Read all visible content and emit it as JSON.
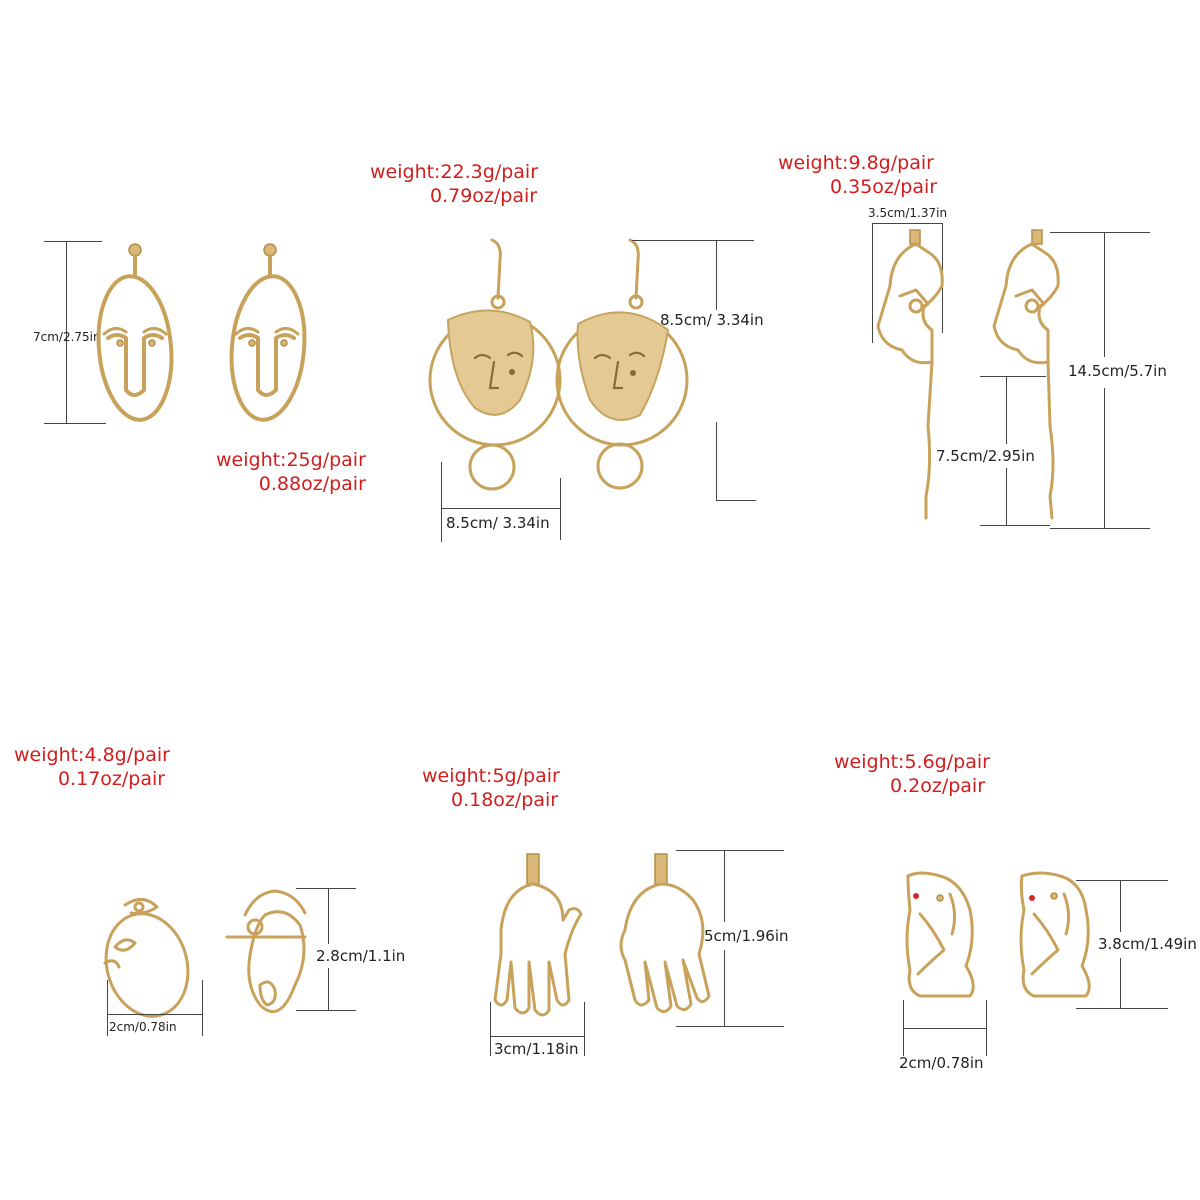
{
  "products": [
    {
      "id": "face-stud",
      "weight_g": "weight:25g/pair",
      "weight_oz": "0.88oz/pair",
      "height": "7cm/2.75in"
    },
    {
      "id": "face-plate-hoop",
      "weight_g": "weight:22.3g/pair",
      "weight_oz": "0.79oz/pair",
      "height": "8.5cm/ 3.34in",
      "width": "8.5cm/ 3.34in"
    },
    {
      "id": "profile-drop",
      "weight_g": "weight:9.8g/pair",
      "weight_oz": "0.35oz/pair",
      "width": "3.5cm/1.37in",
      "total_height": "14.5cm/5.7in",
      "drop_height": "7.5cm/2.95in"
    },
    {
      "id": "face-ring",
      "weight_g": "weight:4.8g/pair",
      "weight_oz": "0.17oz/pair",
      "width": "2cm/0.78in",
      "height": "2.8cm/1.1in"
    },
    {
      "id": "hand",
      "weight_g": "weight:5g/pair",
      "weight_oz": "0.18oz/pair",
      "width": "3cm/1.18in",
      "height": "5cm/1.96in"
    },
    {
      "id": "body",
      "weight_g": "weight:5.6g/pair",
      "weight_oz": "0.2oz/pair",
      "width": "2cm/0.78in",
      "height": "3.8cm/1.49in"
    }
  ],
  "colors": {
    "weight_text": "#d31d1d",
    "gold": "#c8a25a",
    "background": "#ffffff"
  }
}
